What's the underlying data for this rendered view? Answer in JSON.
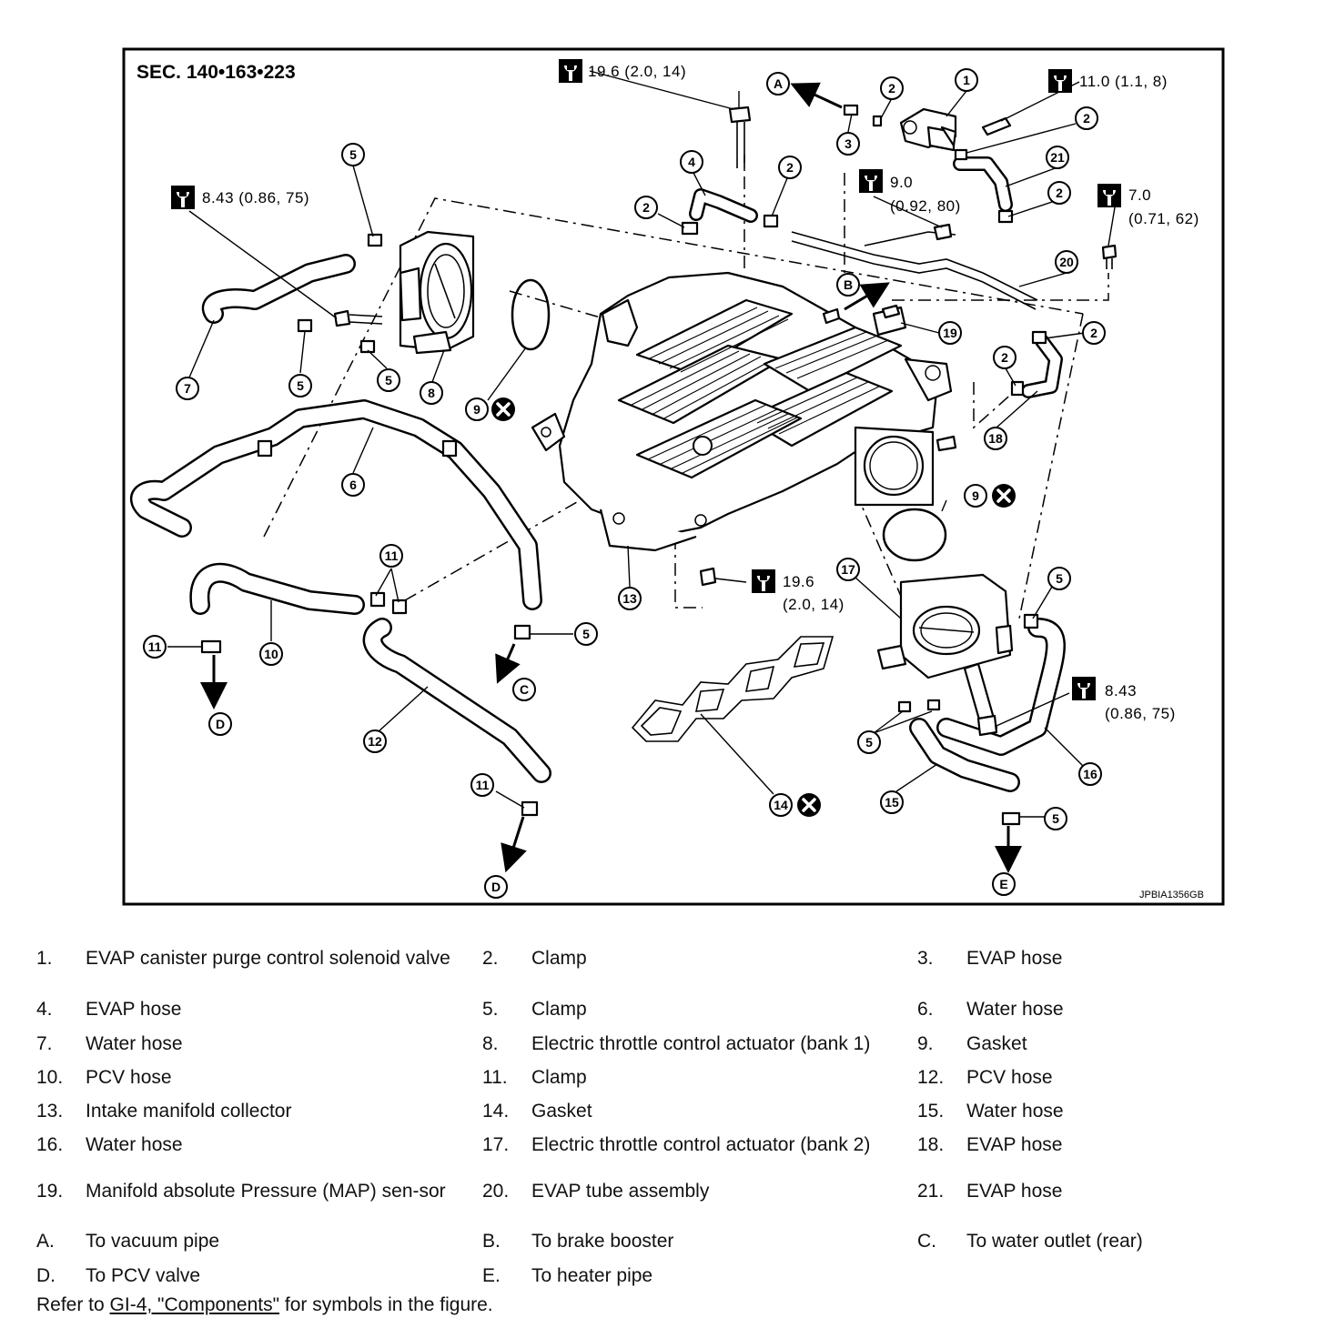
{
  "figure": {
    "section": "SEC. 140•163•223",
    "code": "JPBIA1356GB",
    "torques": [
      {
        "id": "t1",
        "value": "19.6 (2.0, 14)"
      },
      {
        "id": "t2",
        "value": "11.0 (1.1, 8)"
      },
      {
        "id": "t3",
        "value": "8.43 (0.86, 75)"
      },
      {
        "id": "t4_l1",
        "value": "9.0"
      },
      {
        "id": "t4_l2",
        "value": "(0.92, 80)"
      },
      {
        "id": "t5_l1",
        "value": "7.0"
      },
      {
        "id": "t5_l2",
        "value": "(0.71, 62)"
      },
      {
        "id": "t6_l1",
        "value": "19.6"
      },
      {
        "id": "t6_l2",
        "value": "(2.0, 14)"
      },
      {
        "id": "t7_l1",
        "value": "8.43"
      },
      {
        "id": "t7_l2",
        "value": "(0.86, 75)"
      }
    ],
    "callouts": [
      "1",
      "2",
      "3",
      "4",
      "5",
      "6",
      "7",
      "8",
      "9",
      "10",
      "11",
      "12",
      "13",
      "14",
      "15",
      "16",
      "17",
      "18",
      "19",
      "20",
      "21"
    ],
    "letters": [
      "A",
      "B",
      "C",
      "D",
      "E"
    ]
  },
  "legend": {
    "rows": [
      [
        {
          "num": "1.",
          "text": "EVAP canister purge control solenoid valve"
        },
        {
          "num": "2.",
          "text": "Clamp"
        },
        {
          "num": "3.",
          "text": "EVAP hose"
        }
      ],
      [
        {
          "num": "4.",
          "text": "EVAP hose"
        },
        {
          "num": "5.",
          "text": "Clamp"
        },
        {
          "num": "6.",
          "text": "Water hose"
        }
      ],
      [
        {
          "num": "7.",
          "text": "Water hose"
        },
        {
          "num": "8.",
          "text": "Electric throttle control actuator (bank 1)"
        },
        {
          "num": "9.",
          "text": "Gasket"
        }
      ],
      [
        {
          "num": "10.",
          "text": "PCV hose"
        },
        {
          "num": "11.",
          "text": "Clamp"
        },
        {
          "num": "12.",
          "text": "PCV hose"
        }
      ],
      [
        {
          "num": "13.",
          "text": "Intake manifold collector"
        },
        {
          "num": "14.",
          "text": "Gasket"
        },
        {
          "num": "15.",
          "text": "Water hose"
        }
      ],
      [
        {
          "num": "16.",
          "text": "Water hose"
        },
        {
          "num": "17.",
          "text": "Electric throttle control actuator (bank 2)"
        },
        {
          "num": "18.",
          "text": "EVAP hose"
        }
      ],
      [
        {
          "num": "19.",
          "text": "Manifold absolute Pressure (MAP) sen-sor"
        },
        {
          "num": "20.",
          "text": "EVAP tube assembly"
        },
        {
          "num": "21.",
          "text": "EVAP hose"
        }
      ],
      [
        {
          "num": "A.",
          "text": "To vacuum pipe"
        },
        {
          "num": "B.",
          "text": "To brake booster"
        },
        {
          "num": "C.",
          "text": "To water outlet (rear)"
        }
      ],
      [
        {
          "num": "D.",
          "text": "To PCV valve"
        },
        {
          "num": "E.",
          "text": "To heater pipe"
        },
        {
          "num": "",
          "text": ""
        }
      ]
    ]
  },
  "footnote": {
    "prefix": "Refer to ",
    "link": "GI-4, \"Components\"",
    "suffix": " for symbols in the figure."
  }
}
